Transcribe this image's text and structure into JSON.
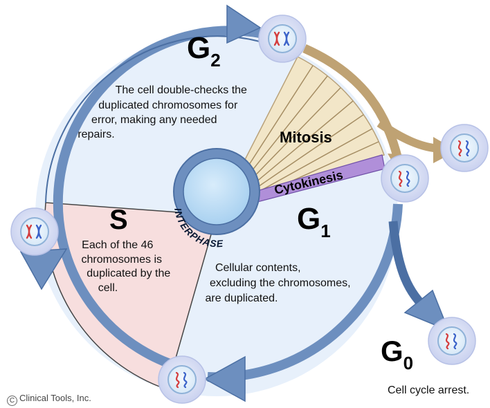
{
  "phases": {
    "g2": {
      "letter": "G",
      "sub": "2",
      "text": [
        "The cell double-checks the",
        "duplicated chromosomes for",
        "error, making any needed",
        "repairs."
      ]
    },
    "s": {
      "letter": "S",
      "text": [
        "Each of the 46",
        "chromosomes is",
        "duplicated by the",
        "cell."
      ]
    },
    "g1": {
      "letter": "G",
      "sub": "1",
      "text": [
        "Cellular contents,",
        "excluding the chromosomes,",
        "are duplicated."
      ]
    },
    "g0": {
      "letter": "G",
      "sub": "0",
      "text": "Cell cycle arrest."
    },
    "mitosis": "Mitosis",
    "cytokinesis": "Cytokinesis",
    "interphase": "INTERPHASE"
  },
  "credit": {
    "symbol": "C",
    "text": "Clinical Tools, Inc."
  },
  "colors": {
    "ring": "#6d8fbf",
    "ringDark": "#4b6fa3",
    "g1g2Fill": "#e7f0fb",
    "sFill": "#f7dede",
    "mitosisFill": "#f2e6c8",
    "mitosisArrow": "#bfa273",
    "cytokinesis": "#b08fd9",
    "cell": "#cdd6f2",
    "nucleus": "#e8f2fb",
    "chromRed": "#d43d3d",
    "chromBlue": "#3b63c9"
  },
  "icons": [
    "cell-icon",
    "chromosome-icon",
    "cycle-arrow-icon"
  ]
}
